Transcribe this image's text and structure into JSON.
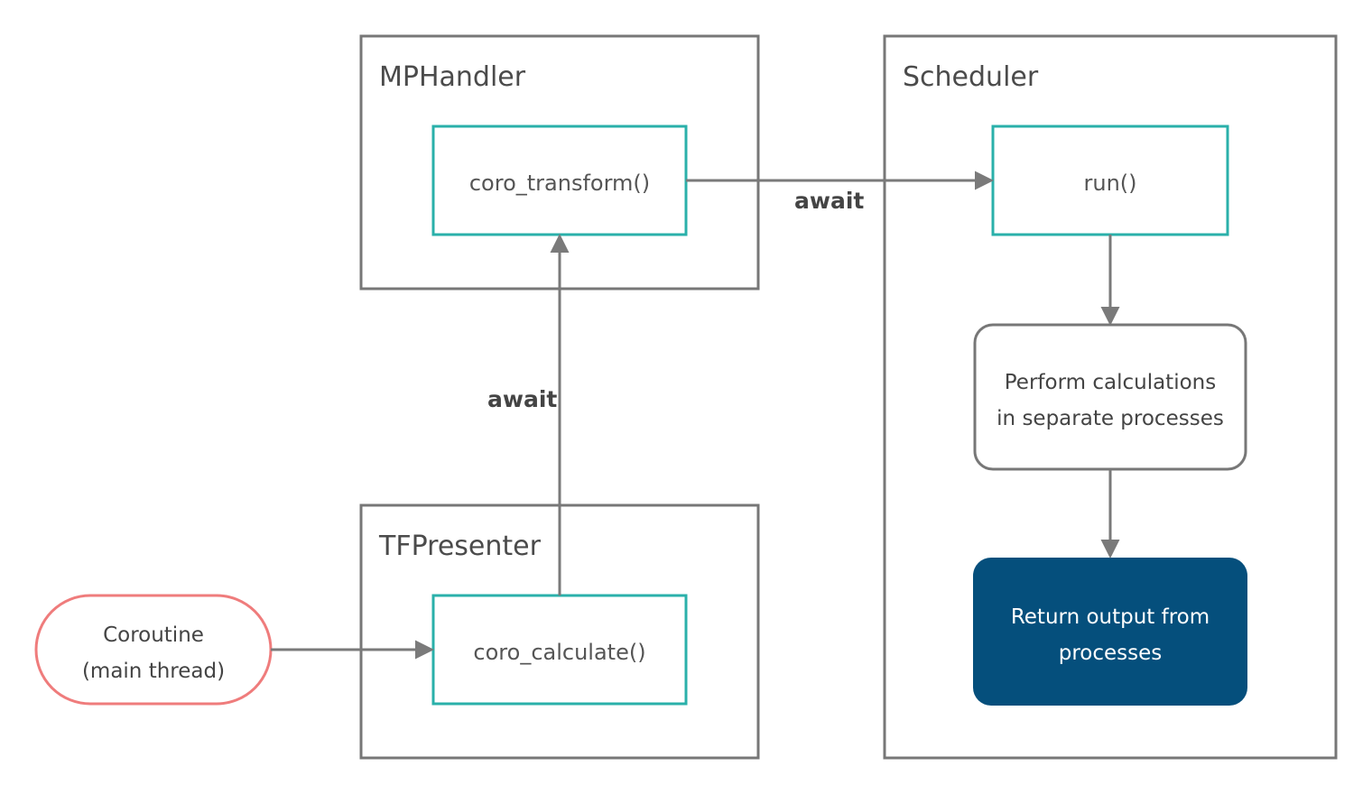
{
  "containers": {
    "mphandler": "MPHandler",
    "scheduler": "Scheduler",
    "tfpresenter": "TFPresenter"
  },
  "functions": {
    "coro_transform": "coro_transform()",
    "run": "run()",
    "coro_calculate": "coro_calculate()"
  },
  "start_node": {
    "line1": "Coroutine",
    "line2": "(main thread)"
  },
  "process_node": {
    "line1": "Perform calculations",
    "line2": "in separate processes"
  },
  "output_node": {
    "line1": "Return output from",
    "line2": "processes"
  },
  "edges": {
    "transform_to_run": "await",
    "calculate_to_transform": "await"
  },
  "colors": {
    "container_border": "#777777",
    "function_border": "#2ab0aa",
    "start_border": "#ef7c7c",
    "arrow": "#7a7a7a",
    "output_fill": "#054f7c"
  }
}
